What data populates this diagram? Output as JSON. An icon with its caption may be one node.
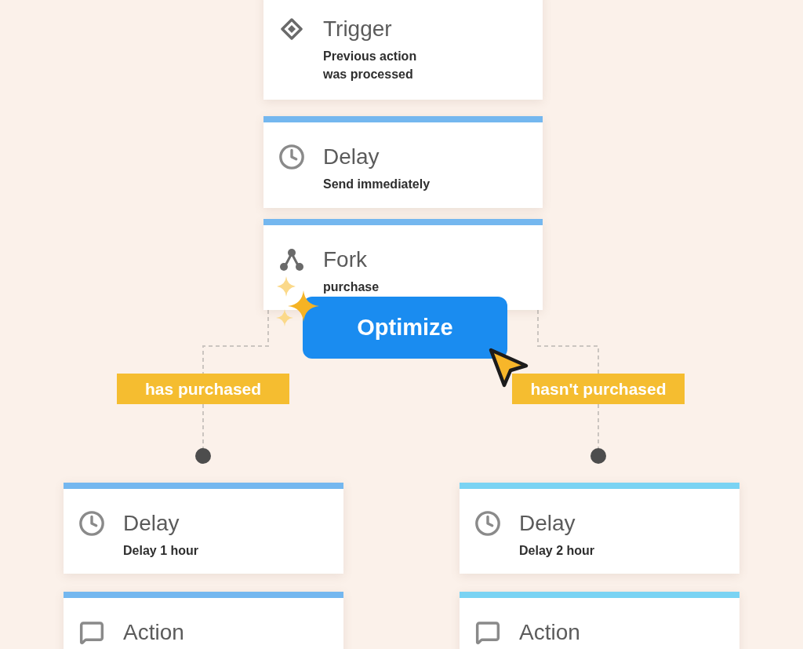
{
  "diagram": {
    "nodes": [
      {
        "text": [
          "Trigger",
          "Previous action was processed"
        ]
      },
      {
        "text": [
          "Delay",
          "Send immediately"
        ]
      },
      {
        "text": [
          "Fork",
          "purchase"
        ]
      },
      {
        "text": [
          "Optimize"
        ]
      },
      {
        "text": [
          "has purchased"
        ]
      },
      {
        "text": [
          "hasn't purchased"
        ]
      },
      {
        "text": [],
        "shape": "circle"
      },
      {
        "text": [],
        "shape": "circle"
      },
      {
        "text": [
          "Delay",
          "Delay 1 hour"
        ]
      },
      {
        "text": [
          "Action"
        ]
      },
      {
        "text": [
          "Delay",
          "Delay 2 hour"
        ]
      },
      {
        "text": [
          "Action"
        ]
      }
    ],
    "edges": [
      {
        "from": 2,
        "to": 4,
        "arrow": "none",
        "style": "dashed"
      },
      {
        "from": 2,
        "to": 5,
        "arrow": "none",
        "style": "dashed"
      },
      {
        "from": 4,
        "to": 6,
        "arrow": "none",
        "style": "dashed"
      },
      {
        "from": 5,
        "to": 7,
        "arrow": "none",
        "style": "dashed"
      }
    ]
  }
}
